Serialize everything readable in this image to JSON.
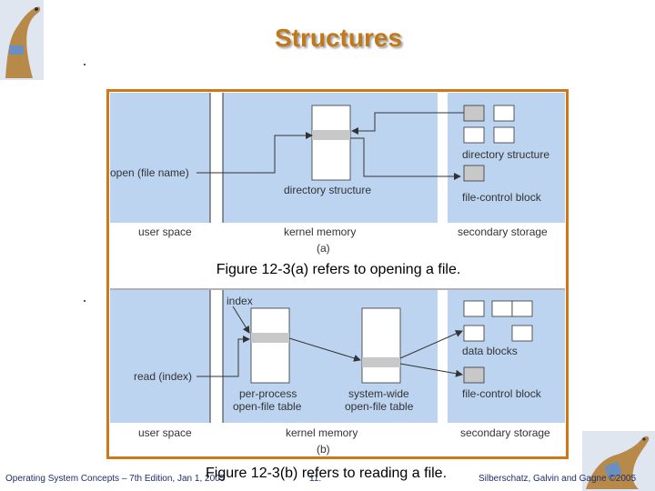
{
  "slide": {
    "title": "Structures",
    "caption_a": "Figure 12-3(a) refers to opening a file.",
    "caption_b": "Figure 12-3(b) refers to reading a file."
  },
  "figure_a": {
    "open_label": "open (file name)",
    "directory_structure_kernel": "directory structure",
    "directory_structure_storage": "directory structure",
    "file_control_block": "file-control block",
    "user_space": "user space",
    "kernel_memory": "kernel memory",
    "secondary_storage": "secondary storage",
    "sub_label": "(a)"
  },
  "figure_b": {
    "index_label": "index",
    "read_label": "read (index)",
    "per_process_line1": "per-process",
    "per_process_line2": "open-file table",
    "system_wide_line1": "system-wide",
    "system_wide_line2": "open-file table",
    "data_blocks": "data blocks",
    "file_control_block": "file-control block",
    "user_space": "user space",
    "kernel_memory": "kernel memory",
    "secondary_storage": "secondary storage",
    "sub_label": "(b)"
  },
  "footer": {
    "left": "Operating System Concepts – 7th Edition, Jan 1, 2005",
    "page": "11.",
    "right": "Silberschatz, Galvin and Gagne ©2005"
  },
  "colors": {
    "frame": "#d07818",
    "panel_blue": "#bcd4f0",
    "highlight_gray": "#c8c8c8",
    "title": "#c07818"
  }
}
